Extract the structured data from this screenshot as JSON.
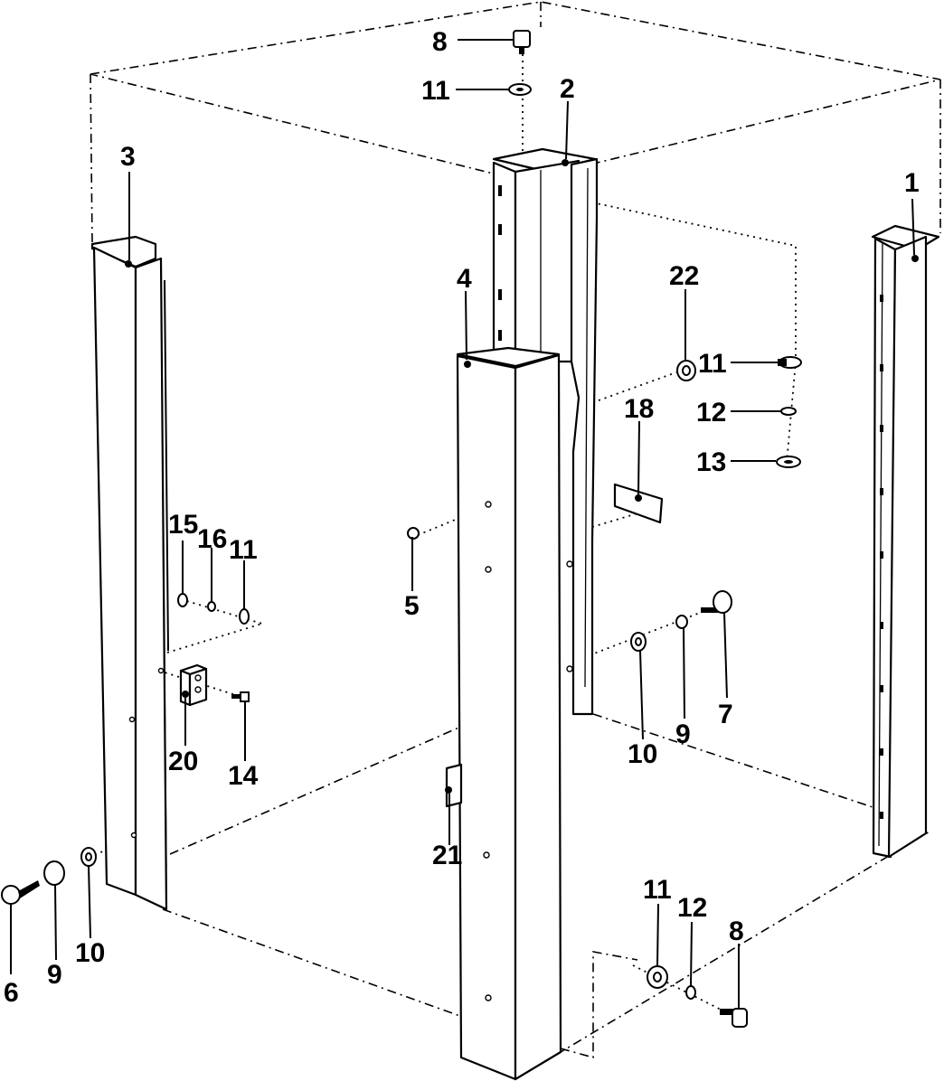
{
  "callouts": {
    "c1": "1",
    "c2": "2",
    "c3": "3",
    "c4": "4",
    "c5": "5",
    "c6": "6",
    "c7": "7",
    "c8_top": "8",
    "c8_bottom": "8",
    "c9_left": "9",
    "c9_right": "9",
    "c10_left": "10",
    "c10_right": "10",
    "c11_top": "11",
    "c11_right": "11",
    "c11_left": "11",
    "c11_bottom": "11",
    "c12_right": "12",
    "c12_bottom": "12",
    "c13": "13",
    "c14": "14",
    "c15": "15",
    "c16": "16",
    "c18": "18",
    "c20": "20",
    "c21": "21",
    "c22": "22"
  }
}
